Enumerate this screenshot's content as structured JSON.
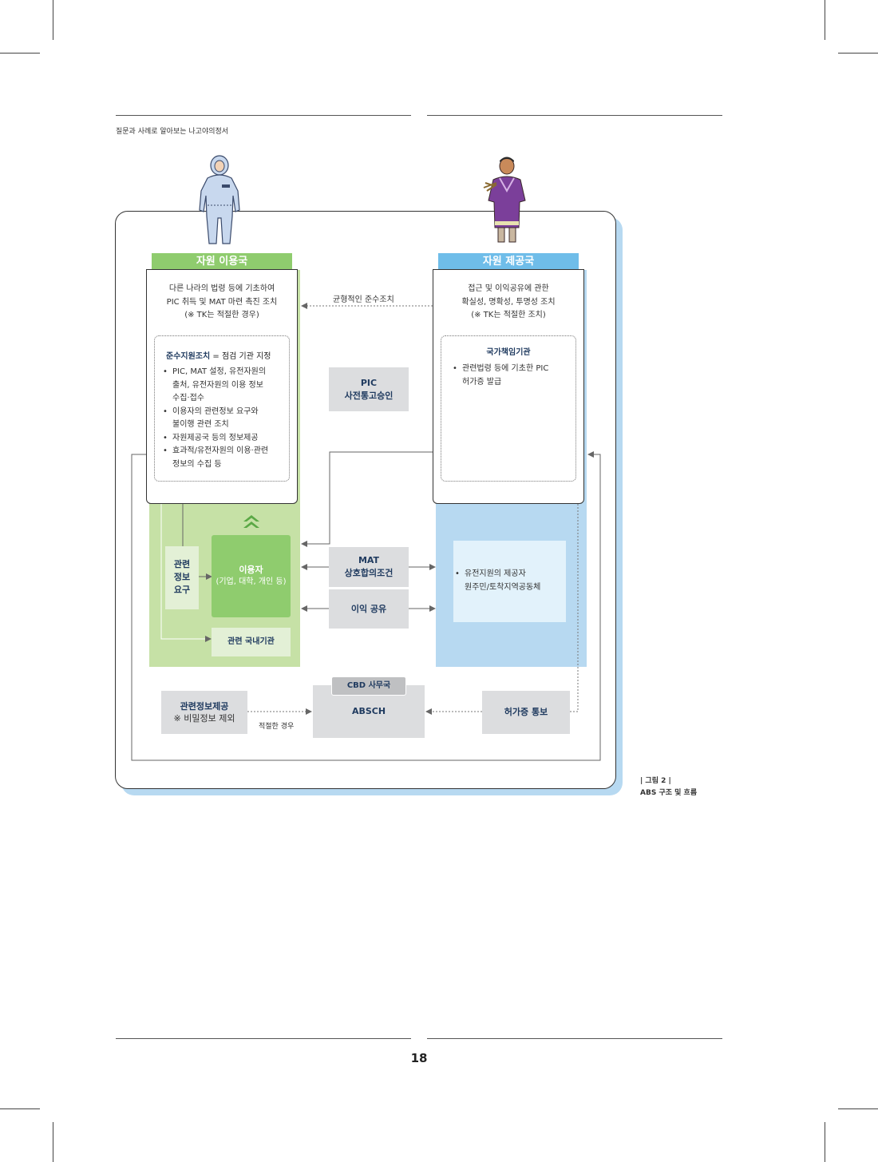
{
  "header": {
    "running_title": "질문과 사례로 알아보는 나고야의정서"
  },
  "page_number": "18",
  "figure": {
    "caption_num": "| 그림 2 |",
    "caption_title": "ABS 구조 및 흐름"
  },
  "user_country": {
    "label": "자원 이용국",
    "desc": [
      "다른 나라의 법령 등에 기초하여",
      "PIC 취득 및 MAT 마련 촉진 조치",
      "(※ TK는 적절한 경우)"
    ],
    "support_title": "준수지원조치",
    "support_suffix": " = 점검 기관 지정",
    "support_items": [
      "PIC, MAT 설정, 유전자원의",
      "출처, 유전자원의 이용 정보",
      "수집·접수",
      "이용자의 관련정보 요구와",
      "불이행 관련 조치",
      "자원제공국 등의 정보제공",
      "효과적/유전자원의 이용·관련",
      "정보의 수집 등"
    ],
    "info_request": [
      "관련",
      "정보",
      "요구"
    ],
    "user_title": "이용자",
    "user_sub": "(기업, 대학, 개인 등)",
    "domestic": "관련 국내기관"
  },
  "provider_country": {
    "label": "자원 제공국",
    "desc": [
      "접근 및 이익공유에 관한",
      "확실성, 명확성, 투명성 조치",
      "(※ TK는 적절한 조치)"
    ],
    "authority_title": "국가책임기관",
    "authority_items": [
      "관련법령 등에 기초한 PIC",
      "허가증 발급"
    ],
    "provider_items": [
      "유전지원의 제공자",
      "원주민/토착지역공동체"
    ]
  },
  "center": {
    "balanced": "균형적인 준수조치",
    "pic": [
      "PIC",
      "사전통고승인"
    ],
    "mat": [
      "MAT",
      "상호합의조건"
    ],
    "benefit": "이익 공유"
  },
  "bottom": {
    "info_provide": "관련정보제공",
    "info_except": "※ 비밀정보 제외",
    "appropriate": "적절한 경우",
    "cbd": "CBD 사무국",
    "absch": "ABSCH",
    "permit": "허가증 통보"
  },
  "colors": {
    "green_dark": "#8fcc6e",
    "green_light": "#c6e1a6",
    "green_pale": "#e3f0d6",
    "blue": "#6fbde9",
    "blue_light": "#b7d9f1",
    "blue_pale": "#e2f2fb",
    "grey": "#dcdddf",
    "navy": "#1f3a5f"
  },
  "icons": [
    "protective-suit-person-icon",
    "indigenous-person-icon",
    "double-chevron-up-icon"
  ]
}
